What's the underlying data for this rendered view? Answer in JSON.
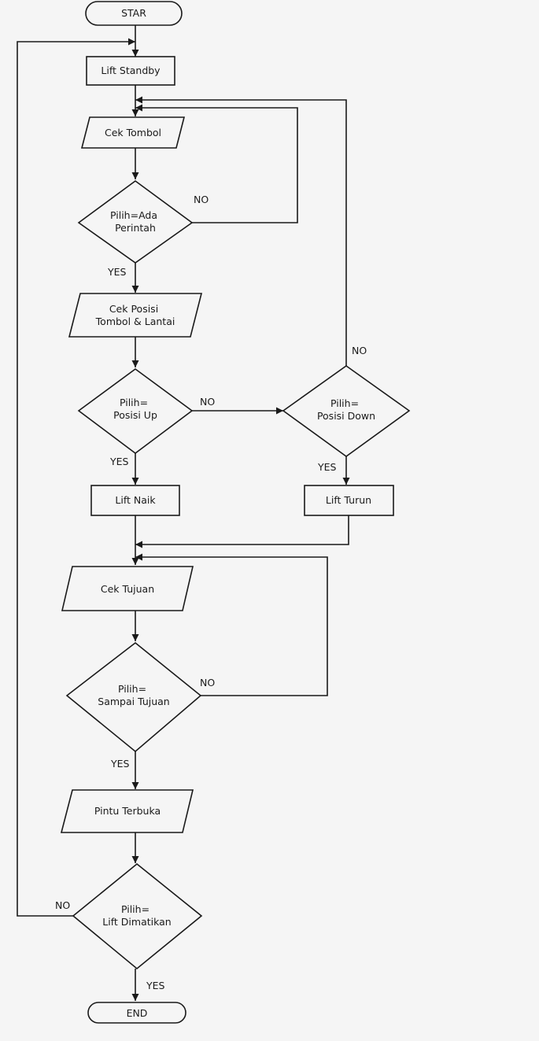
{
  "nodes": {
    "start": "STAR",
    "lift_standby": "Lift Standby",
    "cek_tombol": "Cek Tombol",
    "pilih_ada_perintah": [
      "Pilih=Ada",
      "Perintah"
    ],
    "cek_posisi": [
      "Cek Posisi",
      "Tombol & Lantai"
    ],
    "pilih_posisi_up": [
      "Pilih=",
      "Posisi Up"
    ],
    "pilih_posisi_down": [
      "Pilih=",
      "Posisi Down"
    ],
    "lift_naik": "Lift Naik",
    "lift_turun": "Lift Turun",
    "cek_tujuan": "Cek Tujuan",
    "pilih_sampai_tujuan": [
      "Pilih=",
      "Sampai Tujuan"
    ],
    "pintu_terbuka": "Pintu Terbuka",
    "pilih_lift_dimatikan": [
      "Pilih=",
      "Lift Dimatikan"
    ],
    "end": "END"
  },
  "edge_labels": {
    "perintah_no": "NO",
    "perintah_yes": "YES",
    "up_no": "NO",
    "up_yes": "YES",
    "down_no": "NO",
    "down_yes": "YES",
    "tujuan_no": "NO",
    "tujuan_yes": "YES",
    "dimatikan_no": "NO",
    "dimatikan_yes": "YES"
  }
}
